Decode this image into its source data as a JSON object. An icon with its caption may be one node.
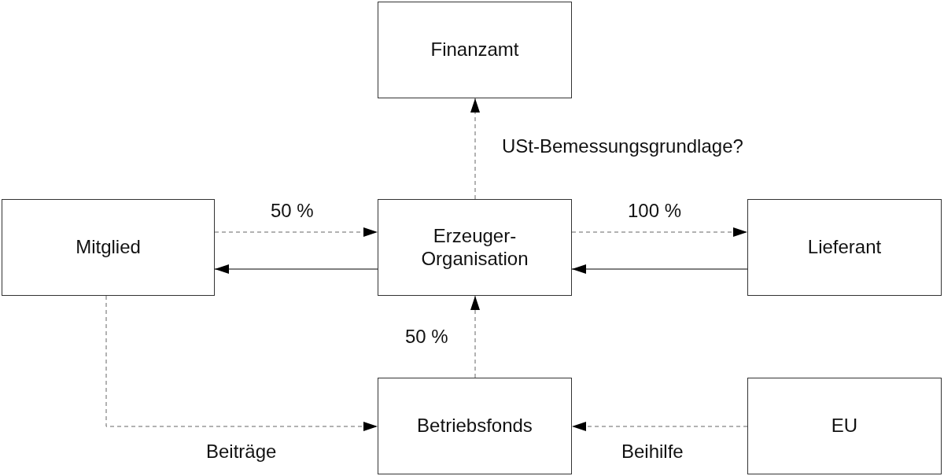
{
  "diagram": {
    "nodes": [
      {
        "text": [
          "Finanzamt"
        ]
      },
      {
        "text": [
          "Mitglied"
        ]
      },
      {
        "text": [
          "Erzeuger-Organisation"
        ]
      },
      {
        "text": [
          "Lieferant"
        ]
      },
      {
        "text": [
          "Betriebsfonds"
        ]
      },
      {
        "text": [
          "EU"
        ]
      }
    ],
    "edges": [
      {
        "from": 2,
        "to": 0,
        "arrow": "to",
        "style": "dashed",
        "label": "USt-Bemessungsgrundlage?"
      },
      {
        "from": 1,
        "to": 2,
        "arrow": "to",
        "style": "dashed",
        "label": "50 %"
      },
      {
        "from": 2,
        "to": 1,
        "arrow": "to",
        "color": "#000000"
      },
      {
        "from": 2,
        "to": 3,
        "arrow": "to",
        "style": "dashed",
        "label": "100 %"
      },
      {
        "from": 3,
        "to": 2,
        "arrow": "to",
        "color": "#000000"
      },
      {
        "from": 4,
        "to": 2,
        "arrow": "to",
        "style": "dashed",
        "label": "50 %"
      },
      {
        "from": 1,
        "to": 4,
        "arrow": "to",
        "style": "dashed",
        "label": "Beiträge"
      },
      {
        "from": 5,
        "to": 4,
        "arrow": "to",
        "style": "dashed",
        "label": "Beihilfe"
      }
    ]
  }
}
